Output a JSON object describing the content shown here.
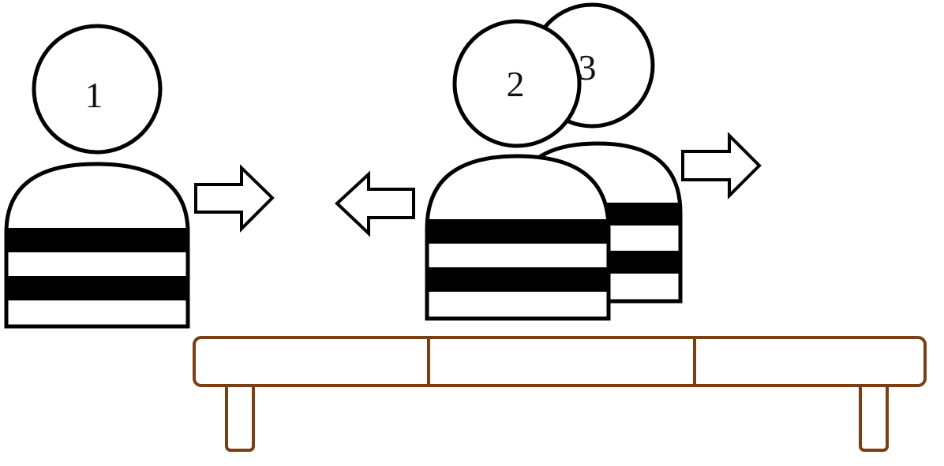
{
  "figures": [
    {
      "id": "figure-1",
      "label": "1"
    },
    {
      "id": "figure-2",
      "label": "2"
    },
    {
      "id": "figure-3",
      "label": "3"
    }
  ],
  "arrows": [
    {
      "id": "arrow-right-1",
      "direction": "right"
    },
    {
      "id": "arrow-left-2",
      "direction": "left"
    },
    {
      "id": "arrow-right-3",
      "direction": "right"
    }
  ],
  "bench": {
    "sections": 3,
    "legs": 2
  },
  "colors": {
    "outline": "#000000",
    "stripe": "#000000",
    "fill": "#ffffff",
    "bench": "#7b3f14"
  }
}
